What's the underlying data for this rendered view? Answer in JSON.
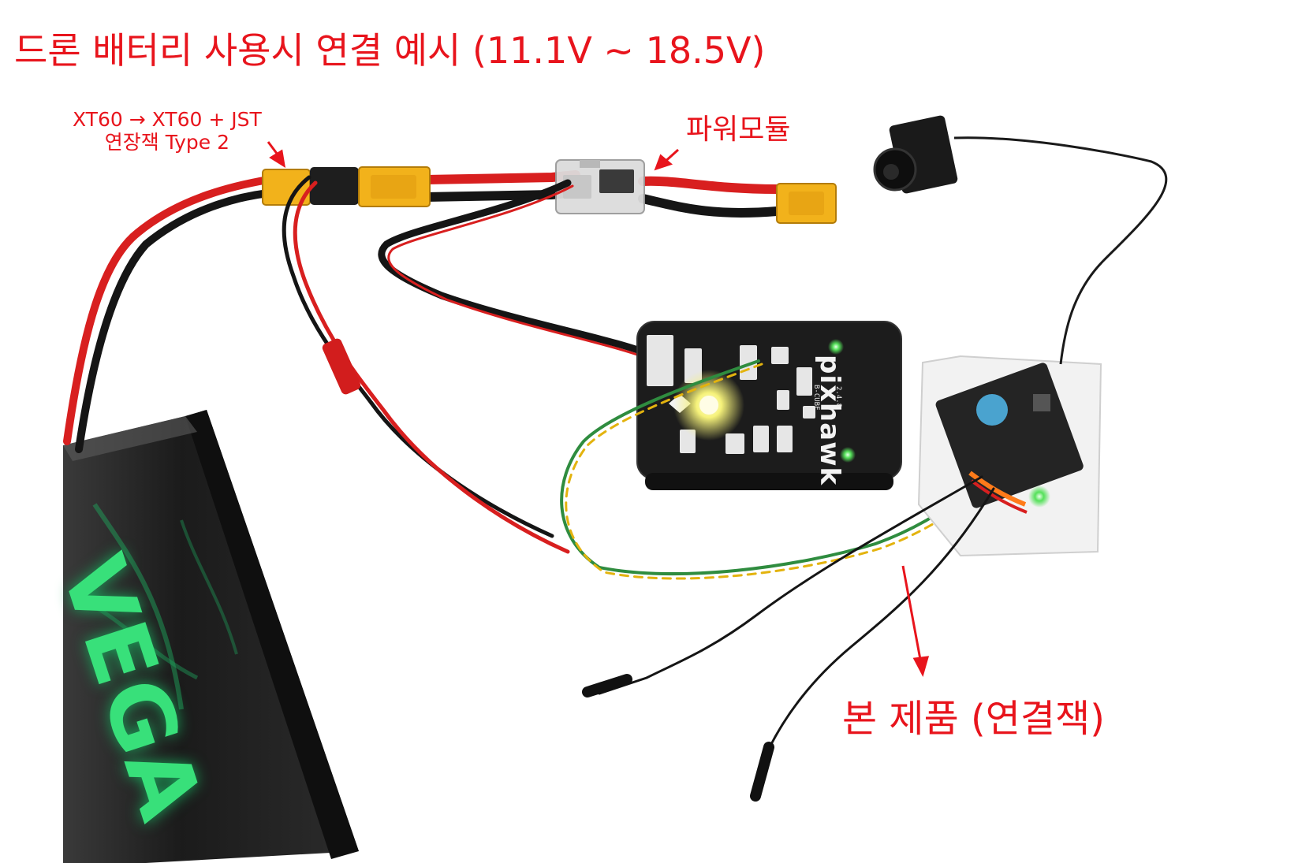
{
  "annotations": {
    "title": "드론 배터리 사용시 연결 예시 (11.1V ~ 18.5V)",
    "xt60_line1": "XT60 → XT60 + JST",
    "xt60_line2": "연장잭 Type 2",
    "power_module": "파워모듈",
    "product": "본 제품 (연결잭)"
  },
  "board": {
    "brand": "pixhawk",
    "model": "B-CUBE",
    "version": "2.4.8"
  },
  "battery": {
    "brand": "VEGA"
  },
  "colors": {
    "annotation_red": "#e8141c",
    "wire_red": "#d81f1f",
    "wire_black": "#151515",
    "connector_yellow": "#f2b21b",
    "board_black": "#1c1c1c",
    "led_yellow": "#f6f27a"
  }
}
